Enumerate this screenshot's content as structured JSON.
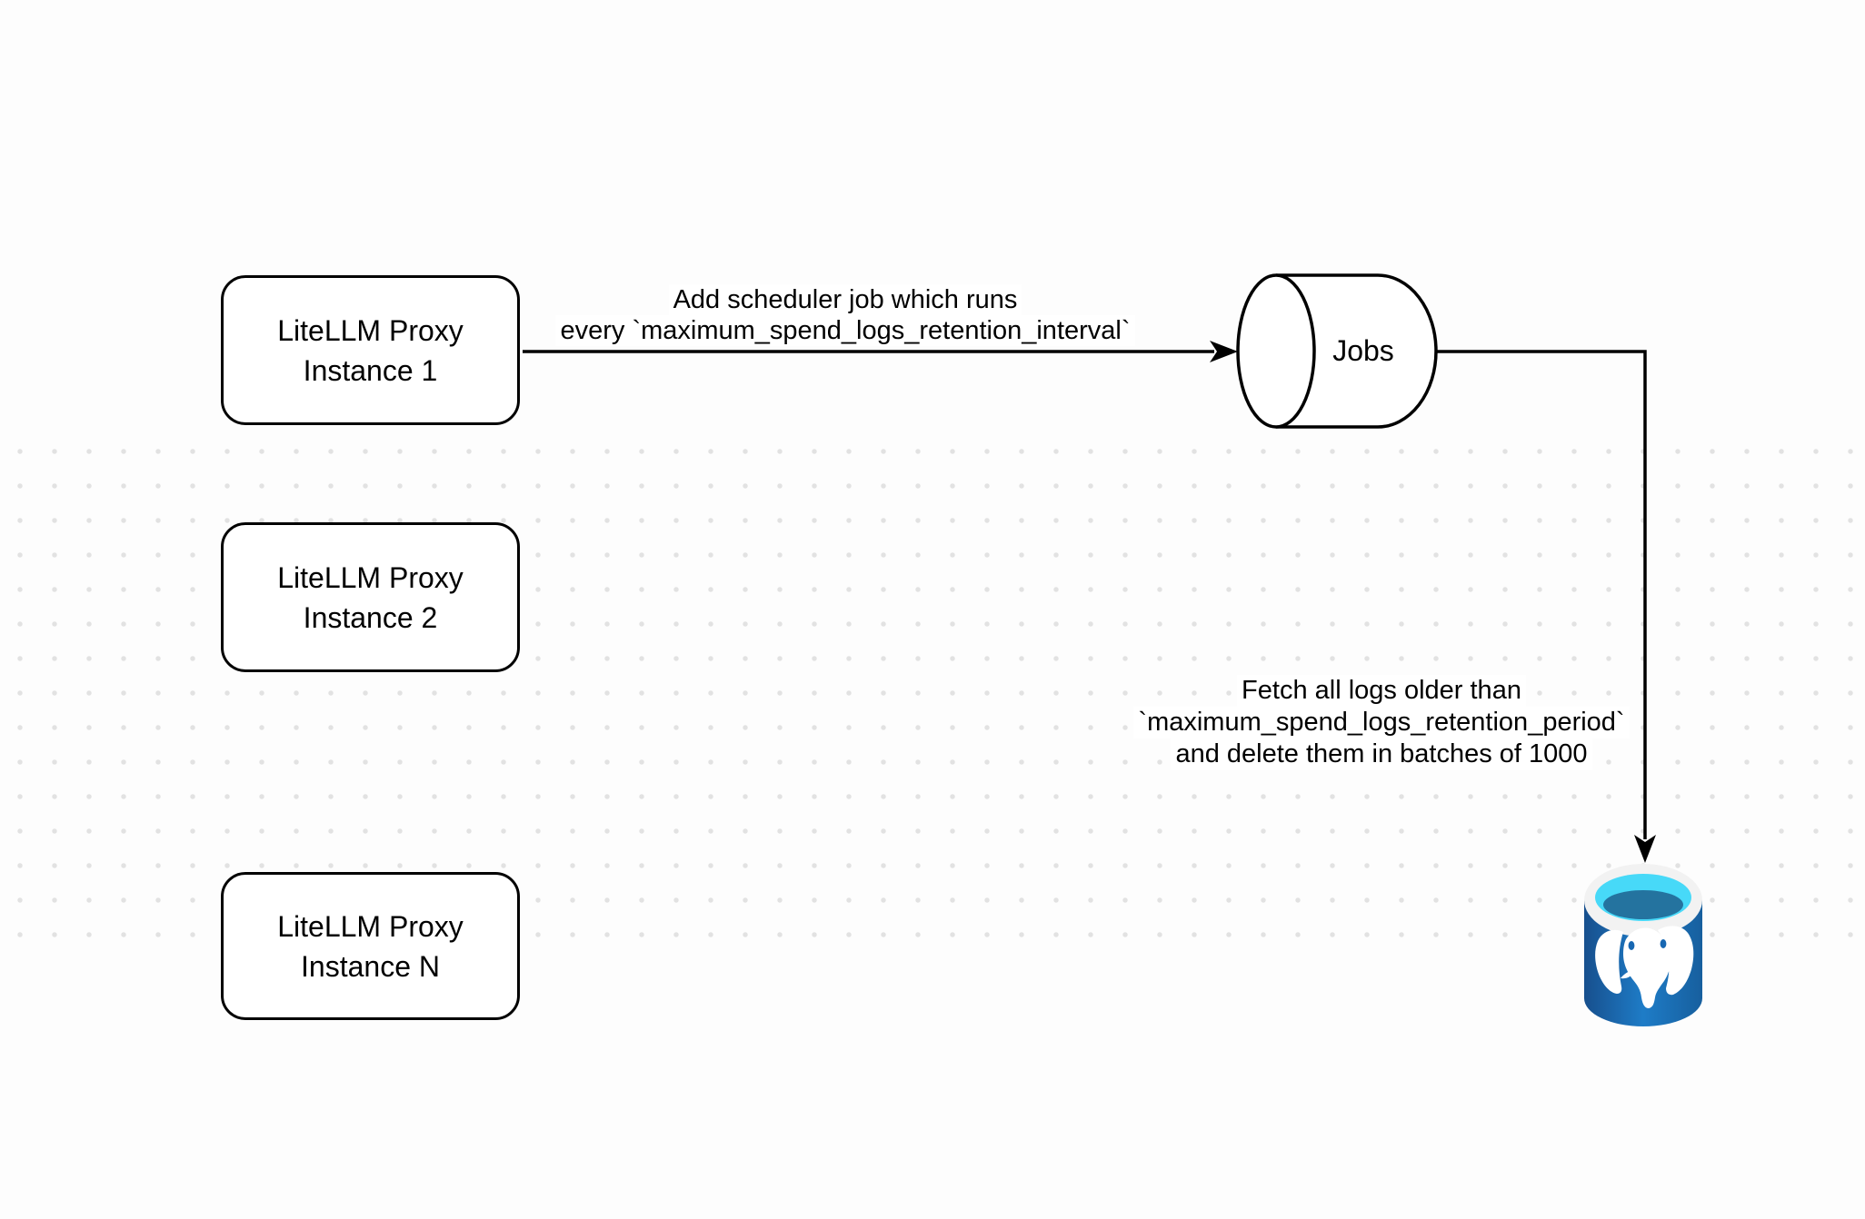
{
  "diagram": {
    "background_color": "#fdfdfd",
    "dot_grid_color": "#e2e2e2",
    "stroke_color": "#000000"
  },
  "nodes": {
    "proxy_instance_1": {
      "lines": [
        "LiteLLM Proxy",
        "Instance 1"
      ]
    },
    "proxy_instance_2": {
      "lines": [
        "LiteLLM Proxy",
        "Instance 2"
      ]
    },
    "proxy_instance_n": {
      "lines": [
        "LiteLLM Proxy",
        "Instance N"
      ]
    },
    "jobs_queue": {
      "label": "Jobs"
    },
    "postgres_db": {
      "icon": "postgresql-database-icon",
      "colors": {
        "body_left": "#174f8d",
        "body_mid": "#1e7cc7",
        "body_right": "#175f9e",
        "rim": "#f2f2f2",
        "water": "#47d9f8",
        "water_shadow": "#24739f",
        "elephant": "#ffffff",
        "eye": "#1767b2"
      }
    }
  },
  "edges": {
    "scheduler_job": {
      "label_lines": [
        "Add scheduler job which runs",
        "every `maximum_spend_logs_retention_interval`"
      ]
    },
    "fetch_delete": {
      "label_lines": [
        "Fetch all logs older than",
        "`maximum_spend_logs_retention_period`",
        "and delete them in batches of 1000"
      ]
    }
  }
}
